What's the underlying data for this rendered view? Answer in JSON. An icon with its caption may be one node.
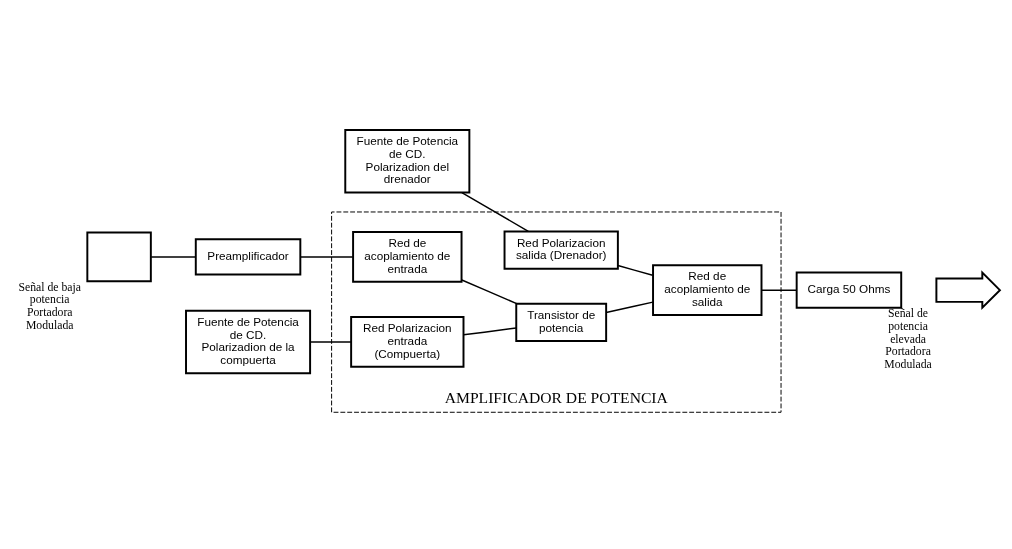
{
  "diagram": {
    "nodes": [
      {
        "text": [
          "AMPLIFICADOR DE POTENCIA"
        ]
      },
      {
        "text": [],
        "shape": "box",
        "beside": [
          "Señal de baja potencia Portadora Modulada"
        ]
      },
      {
        "text": [
          "Preamplificador"
        ]
      },
      {
        "text": [
          "Fuente de Potencia de CD. Polarizadion de la compuerta"
        ]
      },
      {
        "text": [
          "Fuente de Potencia de CD. Polarizadion del drenador"
        ]
      },
      {
        "text": [
          "Red Polarizacion entrada (Compuerta)"
        ],
        "in": 0
      },
      {
        "text": [
          "Red Polarizacion salida (Drenador)"
        ],
        "in": 0
      },
      {
        "text": [
          "Red de acoplamiento de entrada"
        ],
        "in": 0
      },
      {
        "text": [
          "Transistor de potencia"
        ],
        "in": 0
      },
      {
        "text": [
          "Red de acoplamiento de salida"
        ],
        "in": 0
      },
      {
        "text": [
          "Carga 50 Ohms"
        ]
      },
      {
        "text": [],
        "shape": "arrow",
        "beside": [
          "Señal de potencia elevada Portadora Modulada"
        ]
      }
    ],
    "edges": [
      {
        "from": 1,
        "to": 2,
        "arrow": "none"
      },
      {
        "from": 2,
        "to": 7,
        "arrow": "none"
      },
      {
        "from": 7,
        "to": 8,
        "arrow": "none"
      },
      {
        "from": 3,
        "to": 5,
        "arrow": "none"
      },
      {
        "from": 5,
        "to": 8,
        "arrow": "none"
      },
      {
        "from": 8,
        "to": 9,
        "arrow": "none"
      },
      {
        "from": 4,
        "to": 6,
        "arrow": "none"
      },
      {
        "from": 6,
        "to": 9,
        "arrow": "none"
      },
      {
        "from": 9,
        "to": 10,
        "arrow": "none"
      }
    ]
  }
}
